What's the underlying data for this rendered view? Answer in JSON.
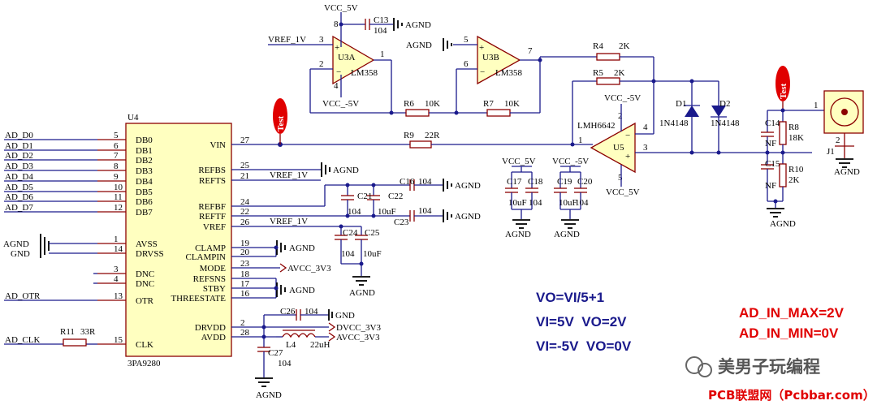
{
  "ic": {
    "u4": {
      "ref": "U4",
      "part": "3PA9280",
      "left_pins": [
        {
          "net": "AD_D0",
          "num": "5",
          "name": "DB0"
        },
        {
          "net": "AD_D1",
          "num": "6",
          "name": "DB1"
        },
        {
          "net": "AD_D2",
          "num": "7",
          "name": "DB2"
        },
        {
          "net": "AD_D3",
          "num": "8",
          "name": "DB3"
        },
        {
          "net": "AD_D4",
          "num": "9",
          "name": "DB4"
        },
        {
          "net": "AD_D5",
          "num": "10",
          "name": "DB5"
        },
        {
          "net": "AD_D6",
          "num": "11",
          "name": "DB6"
        },
        {
          "net": "AD_D7",
          "num": "12",
          "name": "DB7"
        },
        {
          "net": "AGND",
          "num": "1",
          "name": "AVSS"
        },
        {
          "net": "GND",
          "num": "14",
          "name": "DRVSS"
        },
        {
          "net": "",
          "num": "3",
          "name": "DNC"
        },
        {
          "net": "",
          "num": "4",
          "name": "DNC"
        },
        {
          "net": "AD_OTR",
          "num": "13",
          "name": "OTR"
        },
        {
          "net": "AD_CLK",
          "num": "15",
          "name": "CLK"
        }
      ],
      "right_pins": [
        {
          "num": "27",
          "name": "VIN"
        },
        {
          "num": "25",
          "name": "REFBS"
        },
        {
          "num": "21",
          "name": "REFTS"
        },
        {
          "num": "24",
          "name": "REFBF"
        },
        {
          "num": "22",
          "name": "REFTF"
        },
        {
          "num": "26",
          "name": "VREF"
        },
        {
          "num": "19",
          "name": "CLAMP"
        },
        {
          "num": "20",
          "name": "CLAMPIN"
        },
        {
          "num": "23",
          "name": "MODE"
        },
        {
          "num": "18",
          "name": "REFSNS"
        },
        {
          "num": "17",
          "name": "STBY"
        },
        {
          "num": "16",
          "name": "THREESTATE"
        },
        {
          "num": "2",
          "name": "DRVDD"
        },
        {
          "num": "28",
          "name": "AVDD"
        }
      ]
    },
    "u3a": {
      "ref": "U3A",
      "part": "LM358",
      "pin_plus": "3",
      "pin_minus": "2",
      "pin_out": "1",
      "pin_vneg": "4",
      "pin_vpos": "8"
    },
    "u3b": {
      "ref": "U3B",
      "part": "LM358",
      "pin_plus": "5",
      "pin_minus": "6",
      "pin_out": "7"
    },
    "u5": {
      "ref": "U5",
      "part": "LMH6642",
      "pin_minus": "1",
      "pin_plus": "3",
      "pin_out": "4",
      "pin_vpos": "5",
      "pin_vneg": "2"
    }
  },
  "nets": {
    "vcc_5v": "VCC_5V",
    "vcc_m5v": "VCC_-5V",
    "agnd": "AGND",
    "gnd": "GND",
    "vref_1v": "VREF_1V",
    "avcc": "AVCC_3V3",
    "dvcc": "DVCC_3V3"
  },
  "parts": {
    "c13": {
      "ref": "C13",
      "val": "104"
    },
    "r4": {
      "ref": "R4",
      "val": "2K"
    },
    "r5": {
      "ref": "R5",
      "val": "2K"
    },
    "r6": {
      "ref": "R6",
      "val": "10K"
    },
    "r7": {
      "ref": "R7",
      "val": "10K"
    },
    "r8": {
      "ref": "R8",
      "val": "18K"
    },
    "r9": {
      "ref": "R9",
      "val": "22R"
    },
    "r10": {
      "ref": "R10",
      "val": "2K"
    },
    "r11": {
      "ref": "R11",
      "val": "33R"
    },
    "d1": {
      "ref": "D1",
      "part": "1N4148"
    },
    "d2": {
      "ref": "D2",
      "part": "1N4148"
    },
    "c14": {
      "ref": "C14",
      "val": "NF"
    },
    "c15": {
      "ref": "C15",
      "val": "NF"
    },
    "c16": {
      "ref": "C16",
      "val": "104"
    },
    "c17": {
      "ref": "C17",
      "val": "10uF"
    },
    "c18": {
      "ref": "C18",
      "val": "104"
    },
    "c19": {
      "ref": "C19",
      "val": "10uF"
    },
    "c20": {
      "ref": "C20",
      "val": "104"
    },
    "c21": {
      "ref": "C21",
      "val": "104"
    },
    "c22": {
      "ref": "C22",
      "val": "10uF"
    },
    "c23": {
      "ref": "C23",
      "val": "104"
    },
    "c24": {
      "ref": "C24",
      "val": "104"
    },
    "c25": {
      "ref": "C25",
      "val": "10uF"
    },
    "c26": {
      "ref": "C26",
      "val": "104"
    },
    "c27": {
      "ref": "C27",
      "val": "104"
    },
    "l4": {
      "ref": "L4",
      "val": "22uH"
    },
    "j1": {
      "ref": "J1",
      "pin": "1",
      "pin2": "2"
    }
  },
  "test_label": "Test",
  "notes": {
    "formula": "VO=VI/5+1",
    "case1": "VI=5V  VO=2V",
    "case2": "VI=-5V  VO=0V",
    "max": "AD_IN_MAX=2V",
    "min": "AD_IN_MIN=0V"
  },
  "watermark": {
    "brand": "美男子玩编程",
    "site": "PCB联盟网（Pcbbar.com）"
  }
}
